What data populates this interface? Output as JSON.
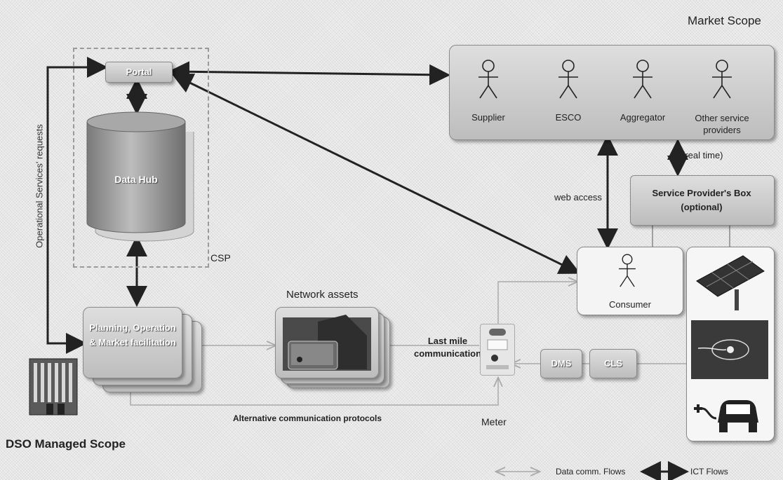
{
  "market_scope": {
    "title": "Market Scope",
    "actors": [
      {
        "label": "Supplier"
      },
      {
        "label": "ESCO"
      },
      {
        "label": "Aggregator"
      },
      {
        "label": "Other service providers"
      }
    ]
  },
  "service_provider_box": {
    "label": "Service Provider's Box (optional)"
  },
  "real_time": {
    "label": "(real time)"
  },
  "web_access": {
    "label": "web access"
  },
  "consumer": {
    "label": "Consumer"
  },
  "csp": {
    "label": "CSP",
    "portal": "Portal",
    "data_hub": "Data Hub"
  },
  "operational_requests": {
    "label": "Operational Services' requests"
  },
  "planning": {
    "label": "Planning, Operation & Market facilitation"
  },
  "network_assets": {
    "title": "Network assets"
  },
  "last_mile": {
    "label": "Last mile communication"
  },
  "meter": {
    "label": "Meter"
  },
  "dms": {
    "label": "DMS"
  },
  "cls": {
    "label": "CLS"
  },
  "alternative_protocols": {
    "label": "Alternative communication protocols"
  },
  "dso_scope": {
    "title": "DSO Managed Scope"
  },
  "legend": {
    "data_flows": "Data comm. Flows",
    "ict_flows": "ICT Flows"
  },
  "icons": [
    "stick-figure-icon",
    "solar-panel-icon",
    "electric-vehicle-icon",
    "office-building-icon",
    "smart-meter-icon"
  ]
}
